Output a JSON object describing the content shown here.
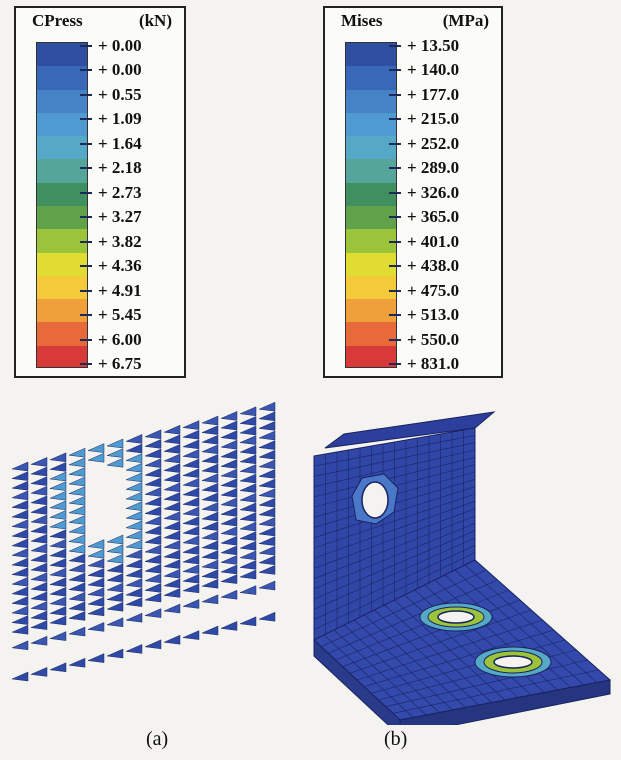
{
  "legend_a": {
    "title": "CPress",
    "unit": "(kN)",
    "values": [
      "+ 0.00",
      "+ 0.00",
      "+ 0.55",
      "+ 1.09",
      "+ 1.64",
      "+ 2.18",
      "+ 2.73",
      "+ 3.27",
      "+ 3.82",
      "+ 4.36",
      "+ 4.91",
      "+ 5.45",
      "+ 6.00",
      "+ 6.75"
    ]
  },
  "legend_b": {
    "title": "Mises",
    "unit": "(MPa)",
    "values": [
      "+ 13.50",
      "+ 140.0",
      "+ 177.0",
      "+ 215.0",
      "+ 252.0",
      "+ 289.0",
      "+ 326.0",
      "+ 365.0",
      "+ 401.0",
      "+ 438.0",
      "+ 475.0",
      "+ 513.0",
      "+ 550.0",
      "+ 831.0"
    ]
  },
  "colors": [
    "#2f4fa0",
    "#3a68b8",
    "#4682c6",
    "#4f9ad0",
    "#56a9c6",
    "#55a59a",
    "#3f8f5f",
    "#5fa24a",
    "#9cc43a",
    "#e0dc32",
    "#f4c93a",
    "#f0a03a",
    "#e86a3a",
    "#d83a3a"
  ],
  "captions": {
    "a": "(a)",
    "b": "(b)"
  }
}
